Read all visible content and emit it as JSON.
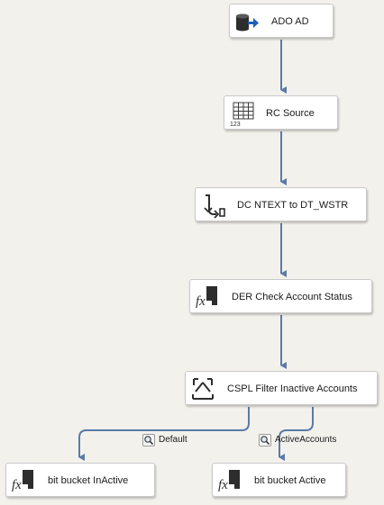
{
  "nodes": {
    "ado_ad": {
      "label": "ADO AD",
      "icon": "ado-source-icon"
    },
    "rc_source": {
      "label": "RC Source",
      "icon": "raw-file-source-icon",
      "icon_text": "123"
    },
    "dc_ntext": {
      "label": "DC NTEXT to DT_WSTR",
      "icon": "data-conversion-icon"
    },
    "der_check": {
      "label": "DER Check Account Status",
      "icon": "derived-column-icon",
      "icon_text": "fx"
    },
    "cspl_filter": {
      "label": "CSPL Filter Inactive Accounts",
      "icon": "conditional-split-icon"
    },
    "bb_inactive": {
      "label": "bit bucket InActive",
      "icon": "derived-column-icon",
      "icon_text": "fx"
    },
    "bb_active": {
      "label": "bit bucket Active",
      "icon": "derived-column-icon",
      "icon_text": "fx"
    }
  },
  "paths": {
    "default": {
      "label": "Default",
      "icon": "data-viewer-icon"
    },
    "active": {
      "label": "ActiveAccounts",
      "icon": "data-viewer-icon"
    }
  },
  "colors": {
    "background": "#f3f1ec",
    "connector": "#5b7aa6",
    "node_border": "#c9c9c9"
  }
}
